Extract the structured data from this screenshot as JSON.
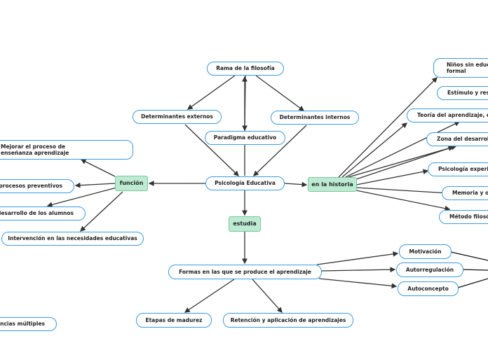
{
  "center": "Psicología Educativa",
  "top": {
    "rama": "Rama de la filosofía",
    "externos": "Determinantes externos",
    "paradigma": "Paradigma educativo",
    "internos": "Determinantes internos"
  },
  "funcion": {
    "label": "función",
    "items": [
      "Mejorar el proceso de enseñanza aprendizaje",
      "r procesos preventivos",
      "l desarrollo de los alumnos",
      "Intervención en las necesidades educativas"
    ]
  },
  "historia": {
    "label": "en la historia",
    "items": [
      "Niños sin educ formal",
      "Estímulo y resp",
      "Teoría del aprendizaje, et",
      "Zona del desarrollo",
      "Psicología experim",
      "Memoria y ol",
      "Método filosó"
    ]
  },
  "estudia": {
    "label": "estudia",
    "formas": "Formas en las que se produce el aprendizaje",
    "right": [
      "Motivación",
      "Autorregulación",
      "Autoconcepto"
    ],
    "bottom": [
      "Etapas de madurez",
      "Retención y aplicación de aprendizajes"
    ]
  },
  "misc": "encias múltiples"
}
